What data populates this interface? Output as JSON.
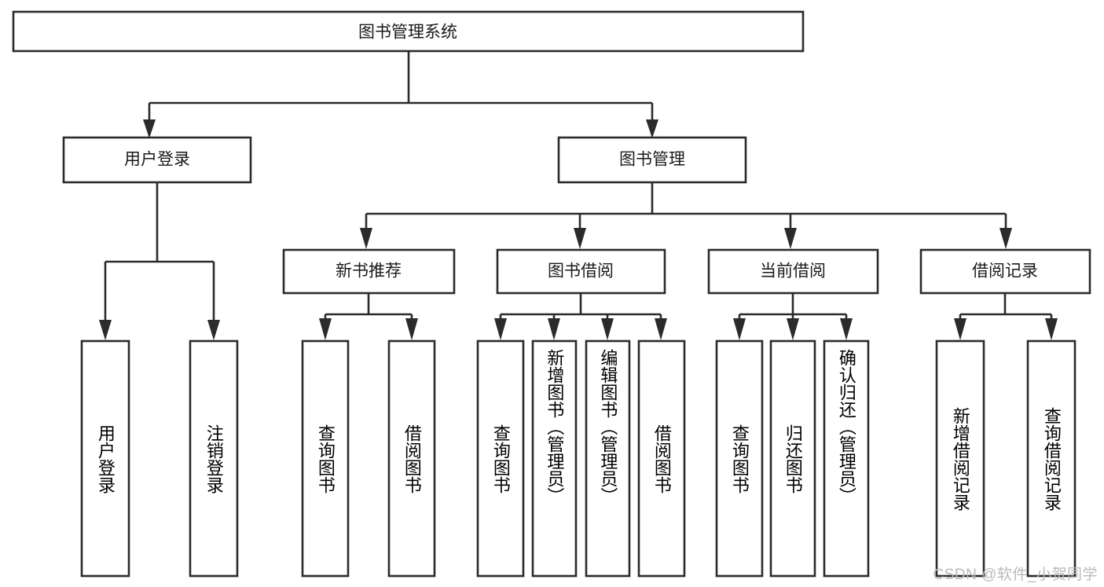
{
  "diagram": {
    "type": "tree-hierarchy",
    "title_node": {
      "label": "图书管理系统",
      "orientation": "horizontal"
    },
    "level2": [
      {
        "id": "user-login",
        "label": "用户登录",
        "orientation": "horizontal"
      },
      {
        "id": "book-management",
        "label": "图书管理",
        "orientation": "horizontal"
      }
    ],
    "level3": [
      {
        "id": "new-book-recommend",
        "label": "新书推荐",
        "orientation": "horizontal",
        "parent": "book-management"
      },
      {
        "id": "book-borrow",
        "label": "图书借阅",
        "orientation": "horizontal",
        "parent": "book-management"
      },
      {
        "id": "current-borrow",
        "label": "当前借阅",
        "orientation": "horizontal",
        "parent": "book-management"
      },
      {
        "id": "borrow-record",
        "label": "借阅记录",
        "orientation": "horizontal",
        "parent": "book-management"
      }
    ],
    "leaves": [
      {
        "id": "leaf-user-login",
        "label": "用户登录",
        "parent": "user-login",
        "orientation": "vertical"
      },
      {
        "id": "leaf-logout",
        "label": "注销登录",
        "parent": "user-login",
        "orientation": "vertical"
      },
      {
        "id": "leaf-query-book-1",
        "label": "查询图书",
        "parent": "new-book-recommend",
        "orientation": "vertical"
      },
      {
        "id": "leaf-borrow-book-1",
        "label": "借阅图书",
        "parent": "new-book-recommend",
        "orientation": "vertical"
      },
      {
        "id": "leaf-query-book-2",
        "label": "查询图书",
        "parent": "book-borrow",
        "orientation": "vertical"
      },
      {
        "id": "leaf-add-book",
        "label": "新增图书（管理员）",
        "parent": "book-borrow",
        "orientation": "vertical"
      },
      {
        "id": "leaf-edit-book",
        "label": "编辑图书（管理员）",
        "parent": "book-borrow",
        "orientation": "vertical"
      },
      {
        "id": "leaf-borrow-book-2",
        "label": "借阅图书",
        "parent": "book-borrow",
        "orientation": "vertical"
      },
      {
        "id": "leaf-query-book-3",
        "label": "查询图书",
        "parent": "current-borrow",
        "orientation": "vertical"
      },
      {
        "id": "leaf-return-book",
        "label": "归还图书",
        "parent": "current-borrow",
        "orientation": "vertical"
      },
      {
        "id": "leaf-confirm-return",
        "label": "确认归还（管理员）",
        "parent": "current-borrow",
        "orientation": "vertical"
      },
      {
        "id": "leaf-add-record",
        "label": "新增借阅记录",
        "parent": "borrow-record",
        "orientation": "vertical"
      },
      {
        "id": "leaf-query-record",
        "label": "查询借阅记录",
        "parent": "borrow-record",
        "orientation": "vertical"
      }
    ],
    "watermark": "CSDN @软件_小贺同学",
    "colors": {
      "stroke": "#2b2b2b",
      "fill": "#ffffff",
      "text": "#1a1a1a",
      "watermark": "#b9b9b9",
      "background": "#ffffff"
    }
  }
}
